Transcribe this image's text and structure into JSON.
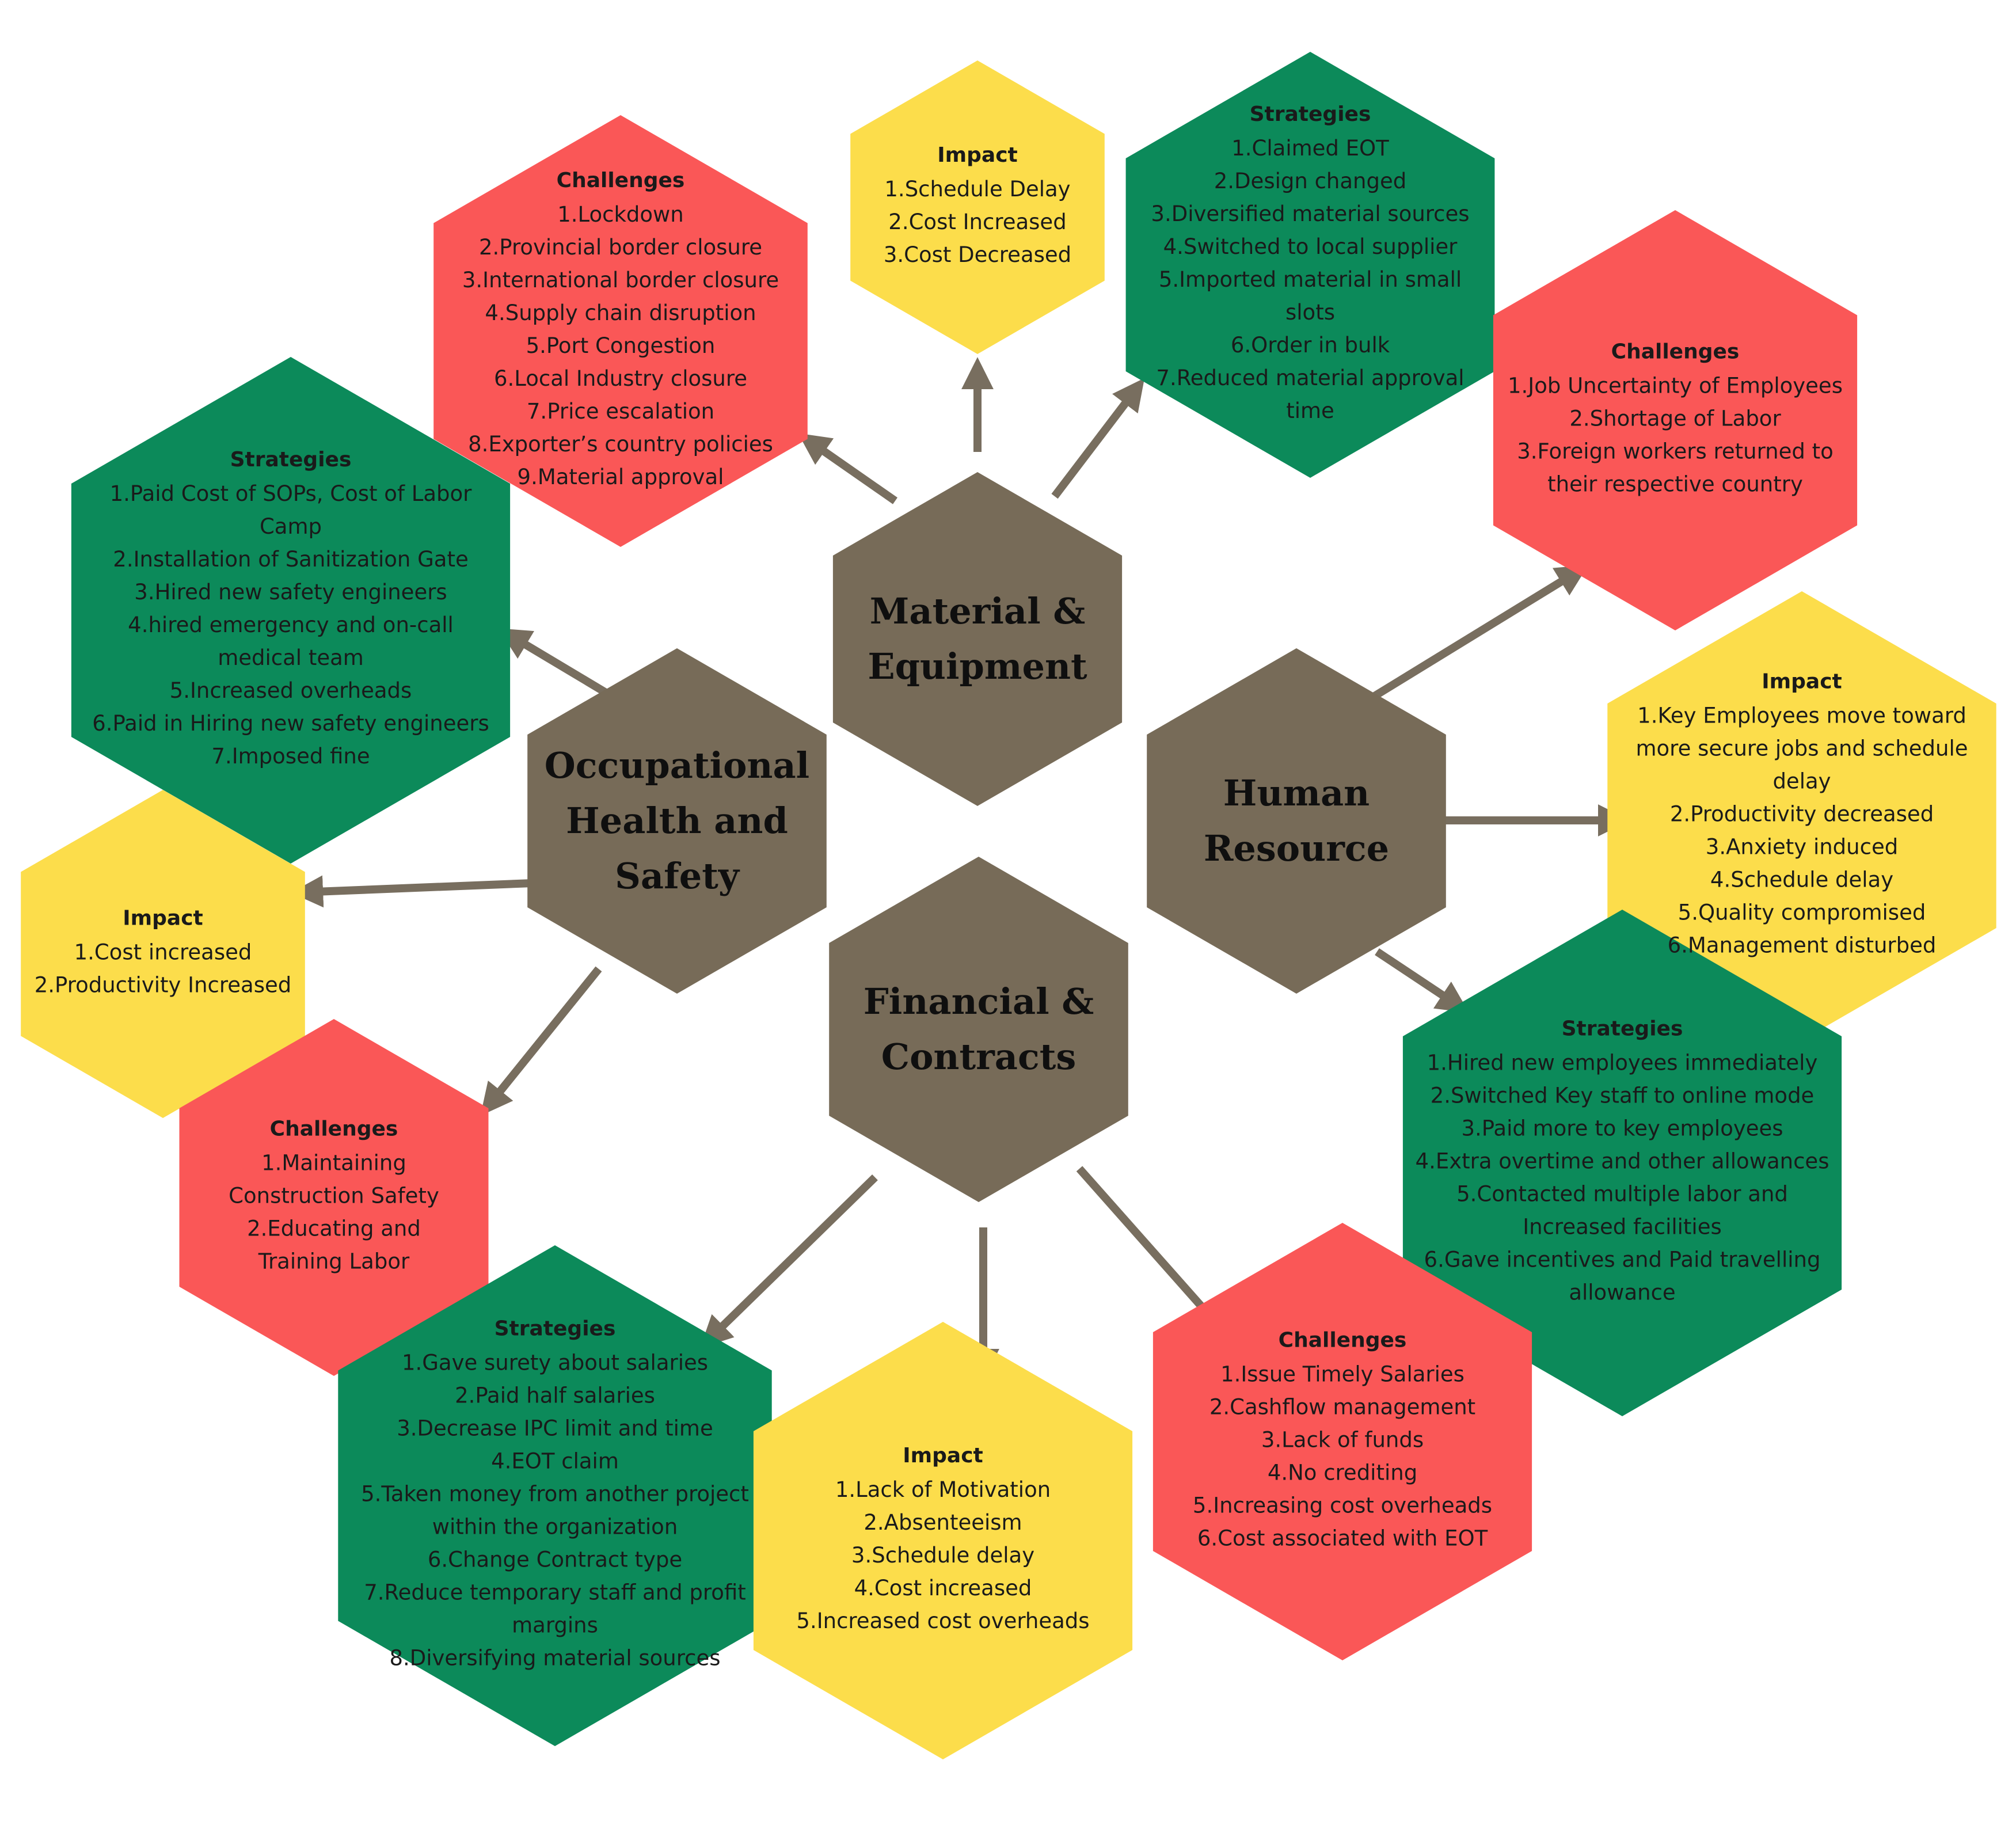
{
  "colors": {
    "center": "#776b58",
    "strategies": "#0c8a5a",
    "impact": "#fcdd4b",
    "challenges": "#fa5757",
    "arrow": "#786e5f"
  },
  "centers": [
    {
      "id": "material",
      "title": "Material & Equipment"
    },
    {
      "id": "ohs",
      "title": "Occupational Health and Safety"
    },
    {
      "id": "hr",
      "title": "Human Resource"
    },
    {
      "id": "fin",
      "title": "Financial & Contracts"
    }
  ],
  "boxes": [
    {
      "id": "me-challenges",
      "kind": "challenges",
      "title": "Challenges",
      "items": [
        "1.Lockdown",
        "2.Provincial border closure",
        "3.International border closure",
        "4.Supply chain disruption",
        "5.Port Congestion",
        "6.Local Industry closure",
        "7.Price escalation",
        "8.Exporter’s country policies",
        "9.Material approval"
      ]
    },
    {
      "id": "me-impact",
      "kind": "impact",
      "title": "Impact",
      "items": [
        "1.Schedule Delay",
        "2.Cost Increased",
        "3.Cost Decreased"
      ]
    },
    {
      "id": "me-strategies",
      "kind": "strategies",
      "title": "Strategies",
      "items": [
        "1.Claimed EOT",
        "2.Design changed",
        "3.Diversified material sources",
        "4.Switched to local supplier",
        "5.Imported material in small",
        "slots",
        "6.Order in bulk",
        "7.Reduced material approval",
        "time"
      ]
    },
    {
      "id": "ohs-strategies",
      "kind": "strategies",
      "title": "Strategies",
      "items": [
        "1.Paid Cost of SOPs, Cost of Labor",
        "Camp",
        "2.Installation of Sanitization Gate",
        "3.Hired new safety engineers",
        "4.hired emergency and on-call",
        "medical team",
        "5.Increased overheads",
        "6.Paid in Hiring new safety engineers",
        "7.Imposed fine"
      ]
    },
    {
      "id": "ohs-impact",
      "kind": "impact",
      "title": "Impact",
      "items": [
        "1.Cost increased",
        "2.Productivity Increased"
      ]
    },
    {
      "id": "ohs-challenges",
      "kind": "challenges",
      "title": "Challenges",
      "items": [
        "1.Maintaining",
        "Construction Safety",
        "2.Educating and",
        "Training Labor"
      ]
    },
    {
      "id": "hr-challenges",
      "kind": "challenges",
      "title": "Challenges",
      "items": [
        "1.Job Uncertainty of Employees",
        "2.Shortage of Labor",
        "3.Foreign workers returned to",
        "their respective country"
      ]
    },
    {
      "id": "hr-impact",
      "kind": "impact",
      "title": "Impact",
      "items": [
        "1.Key Employees move toward",
        "more secure jobs and schedule",
        "delay",
        "2.Productivity decreased",
        "3.Anxiety induced",
        "4.Schedule delay",
        "5.Quality compromised",
        "6.Management disturbed"
      ]
    },
    {
      "id": "hr-strategies",
      "kind": "strategies",
      "title": "Strategies",
      "items": [
        "1.Hired new employees immediately",
        "2.Switched Key staff to online mode",
        "3.Paid more to key employees",
        "4.Extra overtime and other allowances",
        "5.Contacted multiple labor and",
        "Increased facilities",
        "6.Gave incentives and Paid travelling",
        "allowance"
      ]
    },
    {
      "id": "fin-strategies",
      "kind": "strategies",
      "title": "Strategies",
      "items": [
        "1.Gave surety about salaries",
        "2.Paid half salaries",
        "3.Decrease IPC limit and time",
        "4.EOT claim",
        "5.Taken money from another project",
        "within the organization",
        "6.Change Contract type",
        "7.Reduce temporary staff and profit",
        "margins",
        "8.Diversifying material sources"
      ]
    },
    {
      "id": "fin-impact",
      "kind": "impact",
      "title": "Impact",
      "items": [
        "1.Lack of Motivation",
        "2.Absenteeism",
        "3.Schedule delay",
        "4.Cost increased",
        "5.Increased cost overheads"
      ]
    },
    {
      "id": "fin-challenges",
      "kind": "challenges",
      "title": "Challenges",
      "items": [
        "1.Issue Timely Salaries",
        "2.Cashflow management",
        "3.Lack of funds",
        "4.No crediting",
        "5.Increasing cost overheads",
        "6.Cost associated with EOT"
      ]
    }
  ]
}
